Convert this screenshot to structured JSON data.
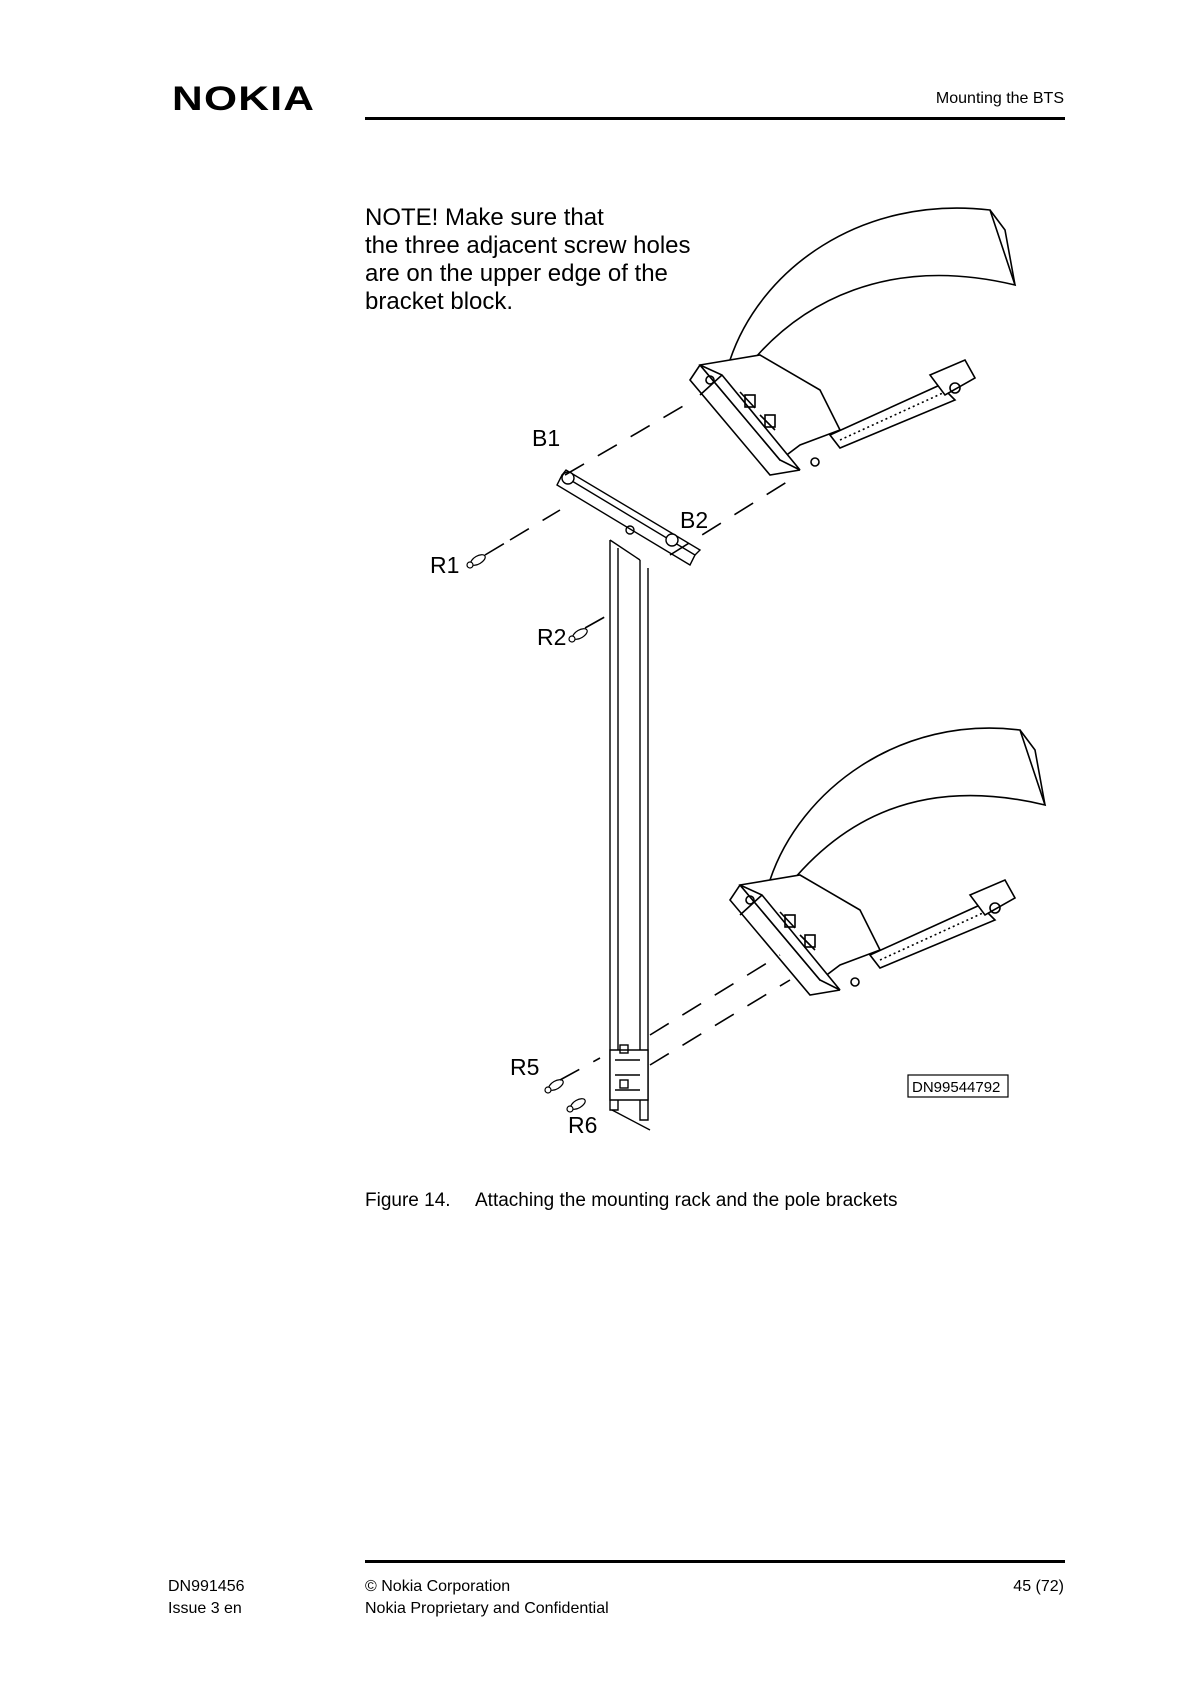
{
  "header": {
    "logo": "NOKIA",
    "section_title": "Mounting the BTS"
  },
  "figure": {
    "note_lines": [
      "NOTE! Make sure that",
      "the three adjacent screw holes",
      "are on the upper edge of the",
      "bracket block."
    ],
    "labels": {
      "b1": "B1",
      "b2": "B2",
      "r1": "R1",
      "r2": "R2",
      "r5": "R5",
      "r6": "R6"
    },
    "drawing_id": "DN99544792",
    "caption_number": "Figure 14.",
    "caption_text": "Attaching the mounting rack and the pole brackets"
  },
  "footer": {
    "doc_id": "DN991456",
    "issue": "Issue 3 en",
    "copyright": "© Nokia Corporation",
    "confidentiality": "Nokia Proprietary and Confidential",
    "page": "45 (72)"
  }
}
